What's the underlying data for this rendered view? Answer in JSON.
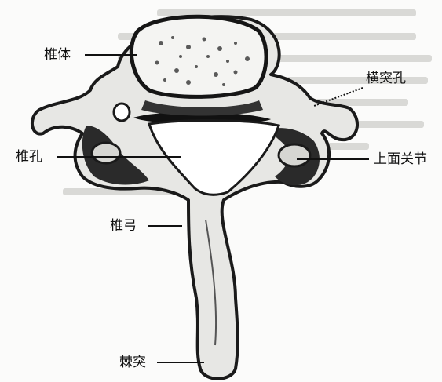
{
  "figure": {
    "labels": {
      "vertebral_body": "椎体",
      "transverse_foramen": "横突孔",
      "vertebral_foramen": "椎孔",
      "superior_articular_surface": "上面关节",
      "vertebral_arch": "椎弓",
      "spinous_process": "棘突"
    }
  }
}
